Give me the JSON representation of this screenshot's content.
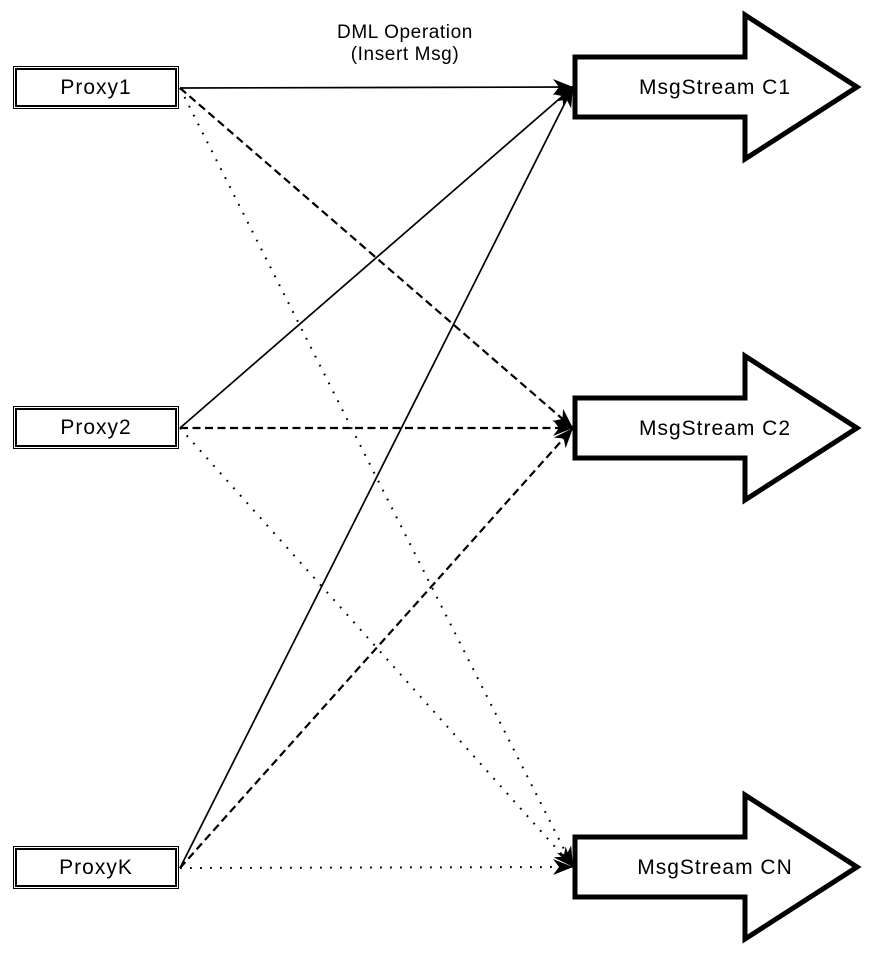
{
  "diagram": {
    "title": {
      "line1": "DML Operation",
      "line2": "(Insert Msg)"
    },
    "proxies": [
      {
        "id": "proxy1",
        "label": "Proxy1"
      },
      {
        "id": "proxy2",
        "label": "Proxy2"
      },
      {
        "id": "proxyk",
        "label": "ProxyK"
      }
    ],
    "streams": [
      {
        "id": "c1",
        "label": "MsgStream C1"
      },
      {
        "id": "c2",
        "label": "MsgStream C2"
      },
      {
        "id": "cn",
        "label": "MsgStream CN"
      }
    ],
    "edges": [
      {
        "from": "proxy1",
        "to": "c1",
        "style": "solid"
      },
      {
        "from": "proxy1",
        "to": "c2",
        "style": "dashed"
      },
      {
        "from": "proxy1",
        "to": "cn",
        "style": "dotted"
      },
      {
        "from": "proxy2",
        "to": "c1",
        "style": "solid"
      },
      {
        "from": "proxy2",
        "to": "c2",
        "style": "dashed"
      },
      {
        "from": "proxy2",
        "to": "cn",
        "style": "dotted"
      },
      {
        "from": "proxyk",
        "to": "c1",
        "style": "solid"
      },
      {
        "from": "proxyk",
        "to": "c2",
        "style": "dashed"
      },
      {
        "from": "proxyk",
        "to": "cn",
        "style": "dotted"
      }
    ],
    "colors": {
      "ink": "#000000",
      "background": "#ffffff"
    }
  }
}
